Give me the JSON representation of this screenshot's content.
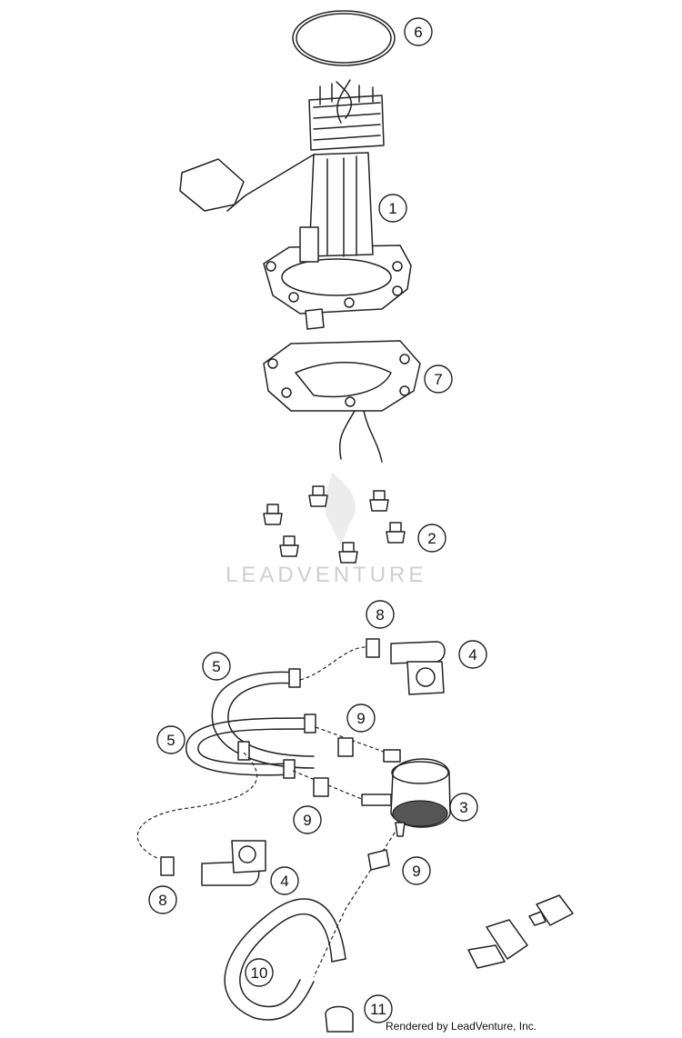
{
  "watermark": {
    "text": "LEADVENTURE"
  },
  "credit": {
    "text": "Rendered by LeadVenture, Inc."
  },
  "callouts": [
    {
      "id": "c6",
      "label": "6"
    },
    {
      "id": "c1",
      "label": "1"
    },
    {
      "id": "c7",
      "label": "7"
    },
    {
      "id": "c2",
      "label": "2"
    },
    {
      "id": "c8a",
      "label": "8"
    },
    {
      "id": "c4a",
      "label": "4"
    },
    {
      "id": "c5a",
      "label": "5"
    },
    {
      "id": "c9a",
      "label": "9"
    },
    {
      "id": "c5b",
      "label": "5"
    },
    {
      "id": "c3",
      "label": "3"
    },
    {
      "id": "c9b",
      "label": "9"
    },
    {
      "id": "c9c",
      "label": "9"
    },
    {
      "id": "c4b",
      "label": "4"
    },
    {
      "id": "c8b",
      "label": "8"
    },
    {
      "id": "c10",
      "label": "10"
    },
    {
      "id": "c11",
      "label": "11"
    }
  ]
}
